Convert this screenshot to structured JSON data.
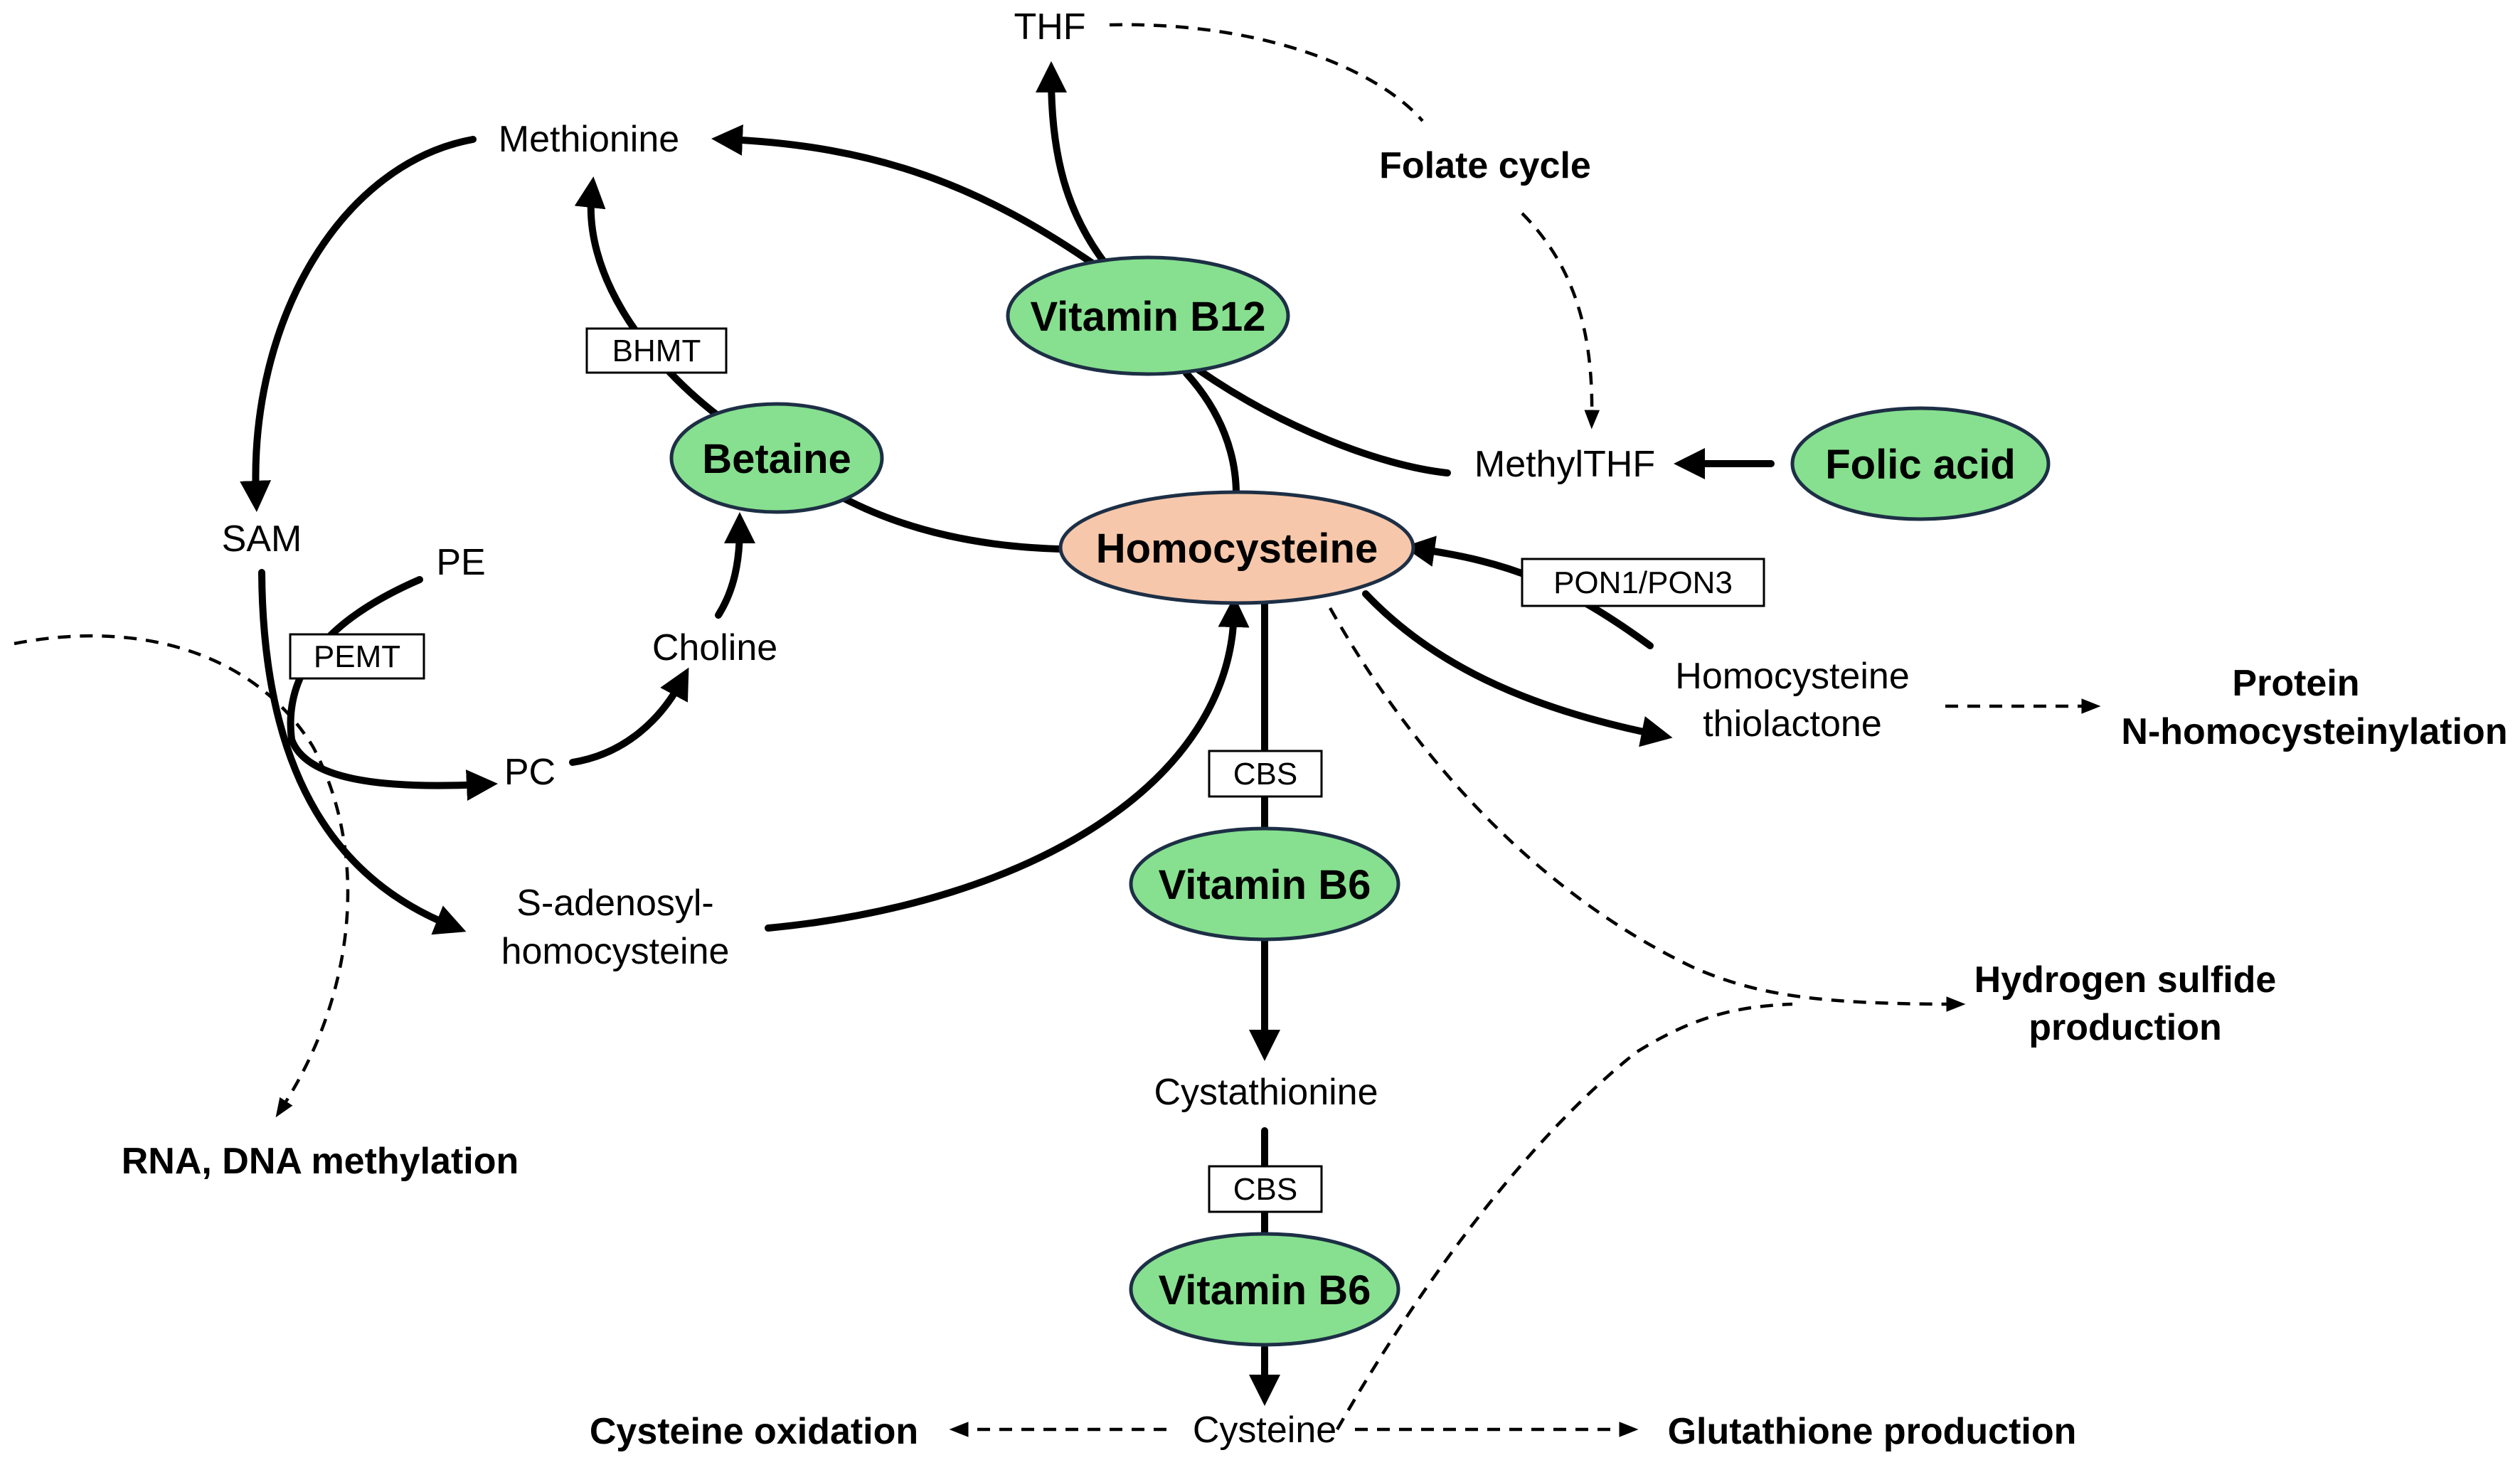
{
  "colors": {
    "vitamin_fill": "#86e08f",
    "homocysteine_fill": "#f6c7aa",
    "ellipse_stroke": "#1d2f45",
    "line": "#000000"
  },
  "nodes": {
    "homocysteine": "Homocysteine",
    "vitamin_b12": "Vitamin B12",
    "betaine": "Betaine",
    "folic_acid": "Folic acid",
    "vitamin_b6_upper": "Vitamin B6",
    "vitamin_b6_lower": "Vitamin B6"
  },
  "metabolites": {
    "methionine": "Methionine",
    "thf": "THF",
    "sam": "SAM",
    "pe": "PE",
    "choline": "Choline",
    "pc": "PC",
    "sah_line1": "S-adenosyl-",
    "sah_line2": "homocysteine",
    "methylthf": "MethylTHF",
    "hcy_thiolactone_line1": "Homocysteine",
    "hcy_thiolactone_line2": "thiolactone",
    "cystathionine": "Cystathionine",
    "cysteine": "Cysteine"
  },
  "enzymes": {
    "bhmt": "BHMT",
    "pemt": "PEMT",
    "pon": "PON1/PON3",
    "cbs_upper": "CBS",
    "cbs_lower": "CBS"
  },
  "outcomes": {
    "folate_cycle": "Folate cycle",
    "protein_line1": "Protein",
    "protein_line2": "N-homocysteinylation",
    "h2s_line1": "Hydrogen sulfide",
    "h2s_line2": "production",
    "rna_dna": "RNA, DNA methylation",
    "cysteine_oxidation": "Cysteine oxidation",
    "glutathione": "Glutathione production"
  }
}
